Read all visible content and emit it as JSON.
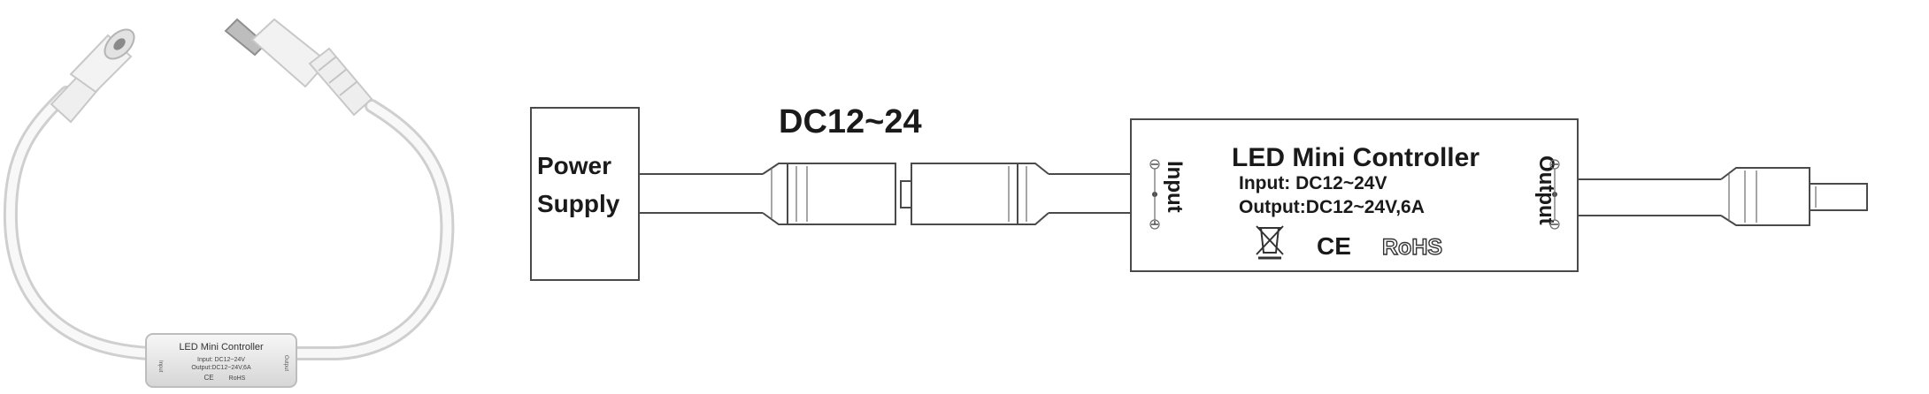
{
  "left_photo": {
    "housing_title": "LED Mini Controller",
    "housing_input": "Input:  DC12~24V",
    "housing_output": "Output:DC12~24V,6A",
    "housing_ce": "CE",
    "housing_rohs": "RoHS",
    "side_input": "Input",
    "side_output": "Output"
  },
  "diagram": {
    "power_supply_line1": "Power",
    "power_supply_line2": "Supply",
    "voltage_label": "DC12~24",
    "controller_title": "LED Mini Controller",
    "controller_input": "Input:   DC12~24V",
    "controller_output": "Output:DC12~24V,6A",
    "ce_mark": "CE",
    "rohs_mark": "RoHS",
    "input_side_label": "Input",
    "output_side_label": "Output",
    "weee_icon": "crossed-bin-icon"
  },
  "colors": {
    "line": "#4a4a4a",
    "cable": "#f4f4f4",
    "housing": "#e8e8e8",
    "text": "#1a1a1a"
  }
}
